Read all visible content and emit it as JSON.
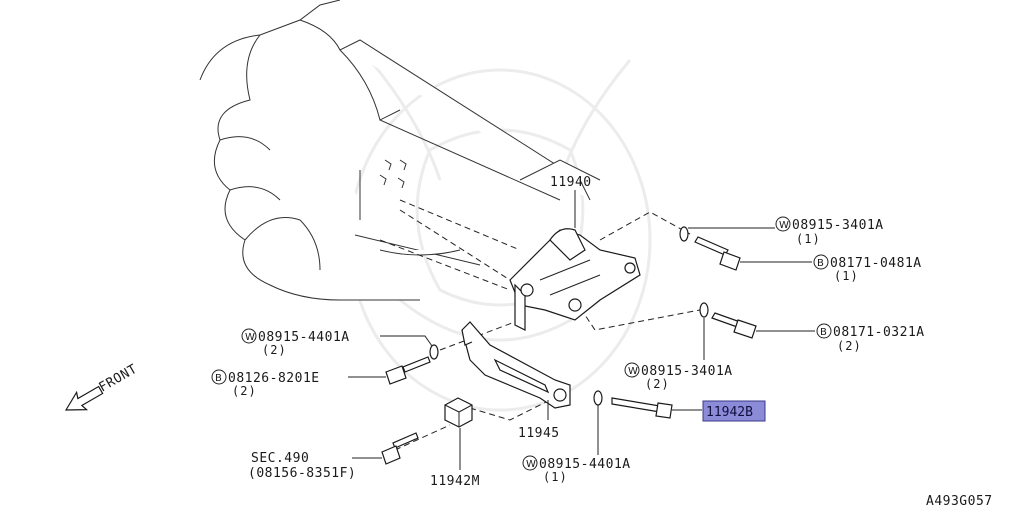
{
  "diagram_id": "A493G057",
  "direction_label": "FRONT",
  "highlight_color": "#8b8bd8",
  "parts": {
    "bracket": "11940",
    "stay": "11945",
    "bolt_selected": "11942B",
    "spacer": "11942M"
  },
  "callouts": [
    {
      "id": "w-08915-3401a-top",
      "marker": "W",
      "number": "08915-3401A",
      "qty": "(1)"
    },
    {
      "id": "b-08171-0481a",
      "marker": "B",
      "number": "08171-0481A",
      "qty": "(1)"
    },
    {
      "id": "b-08171-0321a",
      "marker": "B",
      "number": "08171-0321A",
      "qty": "(2)"
    },
    {
      "id": "w-08915-4401a-left",
      "marker": "W",
      "number": "08915-4401A",
      "qty": "(2)"
    },
    {
      "id": "b-08126-8201e",
      "marker": "B",
      "number": "08126-8201E",
      "qty": "(2)"
    },
    {
      "id": "w-08915-3401a-mid",
      "marker": "W",
      "number": "08915-3401A",
      "qty": "(2)"
    },
    {
      "id": "w-08915-4401a-bottom",
      "marker": "W",
      "number": "08915-4401A",
      "qty": "(1)"
    }
  ],
  "section_ref": {
    "label": "SEC.490",
    "part": "(08156-8351F)"
  }
}
